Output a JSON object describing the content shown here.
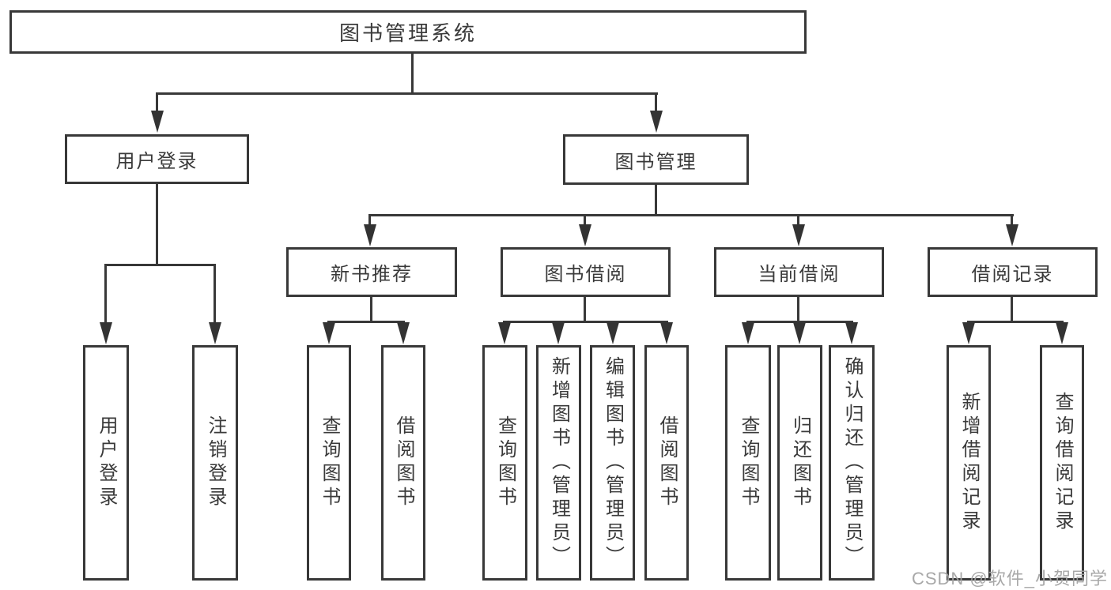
{
  "diagram": {
    "root": "图书管理系统",
    "level2": [
      "用户登录",
      "图书管理"
    ],
    "level3": [
      "新书推荐",
      "图书借阅",
      "当前借阅",
      "借阅记录"
    ],
    "leaves": {
      "user": [
        "用户登录",
        "注销登录"
      ],
      "recommend": [
        "查询图书",
        "借阅图书"
      ],
      "borrow": [
        "查询图书",
        "新增图书（管理员）",
        "编辑图书（管理员）",
        "借阅图书"
      ],
      "current": [
        "查询图书",
        "归还图书",
        "确认归还（管理员）"
      ],
      "records": [
        "新增借阅记录",
        "查询借阅记录"
      ]
    },
    "line_color": "#383838"
  },
  "watermark": "CSDN @软件_小贺同学"
}
